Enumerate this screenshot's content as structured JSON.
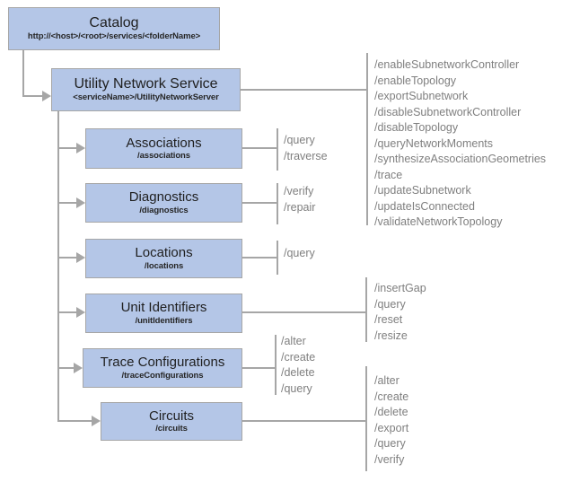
{
  "colors": {
    "box_fill": "#b4c6e7",
    "box_border": "#a6a6a6",
    "connector": "#a6a6a6",
    "operation_text": "#7f7f7f",
    "node_text": "#1f1f1f"
  },
  "nodes": {
    "catalog": {
      "title": "Catalog",
      "subtitle": "http://<host>/<root>/services/<folderName>"
    },
    "utility_network_service": {
      "title": "Utility Network Service",
      "subtitle": "<serviceName>/UtilityNetworkServer"
    },
    "associations": {
      "title": "Associations",
      "subtitle": "/associations"
    },
    "diagnostics": {
      "title": "Diagnostics",
      "subtitle": "/diagnostics"
    },
    "locations": {
      "title": "Locations",
      "subtitle": "/locations"
    },
    "unit_identifiers": {
      "title": "Unit Identifiers",
      "subtitle": "/unitIdentifiers"
    },
    "trace_configurations": {
      "title": "Trace Configurations",
      "subtitle": "/traceConfigurations"
    },
    "circuits": {
      "title": "Circuits",
      "subtitle": "/circuits"
    }
  },
  "operations": {
    "utility_network_service": [
      "/enableSubnetworkController",
      "/enableTopology",
      "/exportSubnetwork",
      "/disableSubnetworkController",
      "/disableTopology",
      "/queryNetworkMoments",
      "/synthesizeAssociationGeometries",
      "/trace",
      "/updateSubnetwork",
      "/updateIsConnected",
      "/validateNetworkTopology"
    ],
    "associations": [
      "/query",
      "/traverse"
    ],
    "diagnostics": [
      "/verify",
      "/repair"
    ],
    "locations": [
      "/query"
    ],
    "unit_identifiers": [
      "/insertGap",
      "/query",
      "/reset",
      "/resize"
    ],
    "trace_configurations": [
      "/alter",
      "/create",
      "/delete",
      "/query"
    ],
    "circuits": [
      "/alter",
      "/create",
      "/delete",
      "/export",
      "/query",
      "/verify"
    ]
  }
}
